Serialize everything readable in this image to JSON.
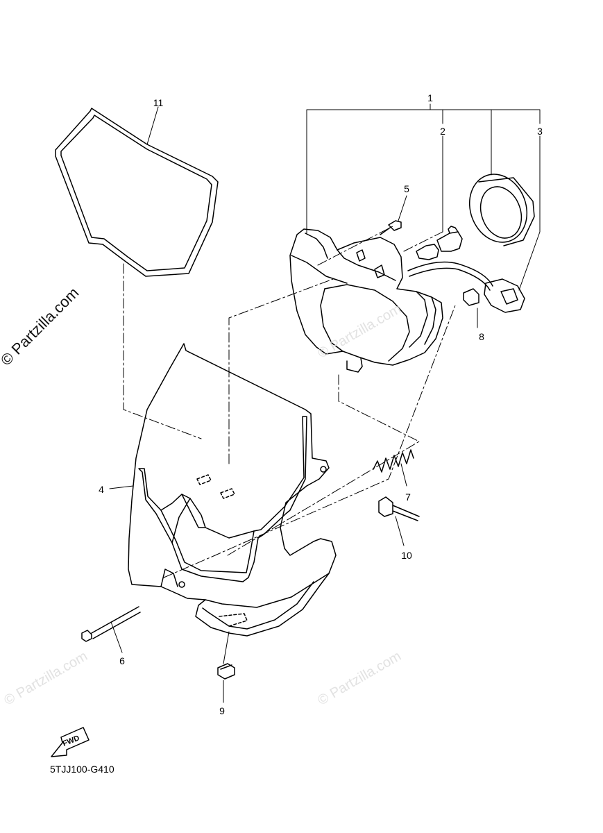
{
  "callouts": [
    "1",
    "2",
    "3",
    "4",
    "5",
    "6",
    "7",
    "8",
    "9",
    "10",
    "11"
  ],
  "watermark_main": "© Partzilla.com",
  "watermark_faint": "© Partzilla.com",
  "fwd_label": "FWD",
  "diagram_code": "5TJJ100-G410"
}
